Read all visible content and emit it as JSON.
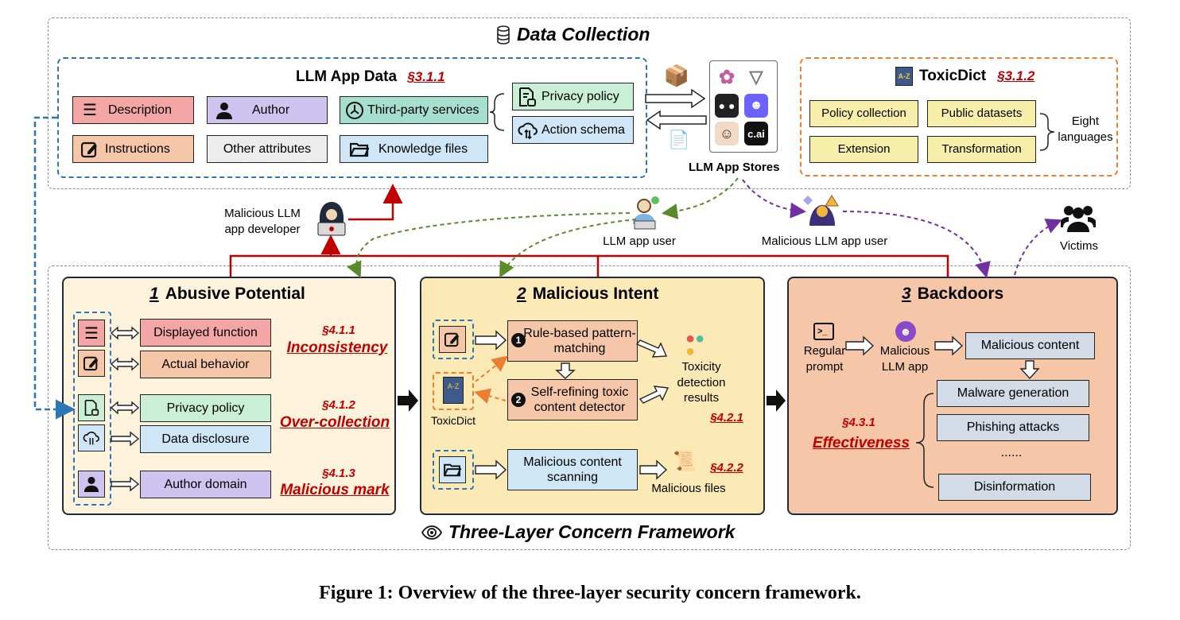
{
  "data_collection": {
    "title": "Data Collection",
    "llm_app_data": {
      "title": "LLM App Data",
      "section": "§3.1.1",
      "items": [
        "Description",
        "Author",
        "Third-party services",
        "Instructions",
        "Other attributes",
        "Knowledge files"
      ],
      "third_party": [
        "Privacy policy",
        "Action schema"
      ]
    },
    "app_stores": {
      "label": "LLM App Stores",
      "badge": "c.ai"
    },
    "toxicdict": {
      "title": "ToxicDict",
      "section": "§3.1.2",
      "items": [
        "Policy collection",
        "Public datasets",
        "Extension",
        "Transformation"
      ],
      "languages": "Eight languages"
    }
  },
  "actors": {
    "developer": "Malicious  LLM app developer",
    "user": "LLM app user",
    "malicious_user": "Malicious  LLM app user",
    "victims": "Victims"
  },
  "framework": {
    "title": "Three-Layer Concern Framework",
    "layer1": {
      "num": "1",
      "title": "Abusive Potential",
      "boxes": [
        "Displayed function",
        "Actual behavior",
        "Privacy policy",
        "Data disclosure",
        "Author domain"
      ],
      "sections": [
        {
          "ref": "§4.1.1",
          "name": "Inconsistency"
        },
        {
          "ref": "§4.1.2",
          "name": "Over-collection"
        },
        {
          "ref": "§4.1.3",
          "name": "Malicious mark"
        }
      ]
    },
    "layer2": {
      "num": "2",
      "title": "Malicious Intent",
      "rule": "Rule-based pattern-matching",
      "detector": "Self-refining toxic content detector",
      "toxicdict": "ToxicDict",
      "results": "Toxicity detection results",
      "scan": "Malicious content scanning",
      "files": "Malicious files",
      "sec1": "§4.2.1",
      "sec2": "§4.2.2",
      "step1": "1",
      "step2": "2"
    },
    "layer3": {
      "num": "3",
      "title": "Backdoors",
      "prompt": "Regular prompt",
      "app": "Malicious LLM app",
      "content": "Malicious content",
      "attacks": [
        "Malware generation",
        "Phishing attacks",
        "......",
        "Disinformation"
      ],
      "section": "§4.3.1",
      "name": "Effectiveness"
    }
  },
  "caption": "Figure 1: Overview of the three-layer security concern framework.",
  "colors": {
    "red_box": "#f4a6a6",
    "purple_box": "#cfc4f0",
    "teal_box": "#a6dfcf",
    "green_box": "#c9efd7",
    "blue_box": "#cfe6f6",
    "peach_box": "#f5c6a8",
    "grey_box": "#ececec",
    "yellow_box": "#f7eeaa",
    "panel_bg": "#fdf3dc",
    "panel_bg2": "#fbe9b6",
    "panel_bg3": "#f5c7a8",
    "blue_dash": "#2e75b6",
    "orange_dash": "#ed7d31",
    "accent_red": "#c00000"
  }
}
